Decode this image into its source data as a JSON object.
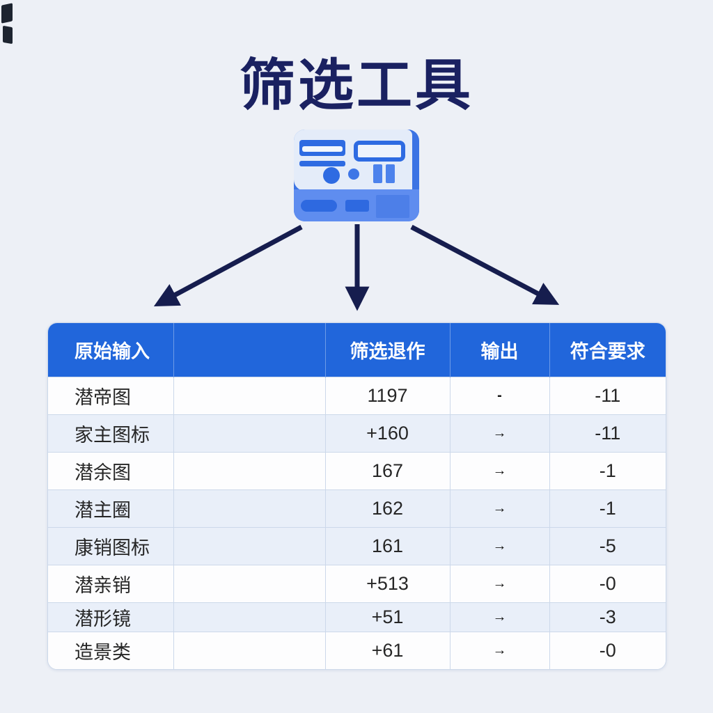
{
  "title": "筛选工具",
  "colors": {
    "header_blue": "#2166db",
    "title_navy": "#1a2161",
    "arrow_navy": "#161d4e",
    "shaded_row": "#e9eff9",
    "border": "#ccd8ea",
    "icon_body": "#e4ecf9",
    "icon_accent": "#2e6be2",
    "icon_band": "#5f8def"
  },
  "icon": {
    "name": "filter-device-icon"
  },
  "table": {
    "headers": [
      "原始输入",
      "",
      "筛选退作",
      "输出",
      "符合要求"
    ],
    "rows": [
      {
        "input": "潜帝图",
        "operation": "1197",
        "output": "-",
        "result": "-11"
      },
      {
        "input": "家主图标",
        "operation": "+160",
        "output": "→",
        "result": "-11"
      },
      {
        "input": "潜余图",
        "operation": "167",
        "output": "→",
        "result": "-1"
      },
      {
        "input": "潜主圈",
        "operation": "162",
        "output": "→",
        "result": "-1"
      },
      {
        "input": "康销图标",
        "operation": "161",
        "output": "→",
        "result": "-5"
      },
      {
        "input": "潜亲销",
        "operation": "+513",
        "output": "→",
        "result": "-0"
      },
      {
        "input": "潜形镜",
        "operation": "+51",
        "output": "→",
        "result": "-3"
      },
      {
        "input": "造景类",
        "operation": "+61",
        "output": "→",
        "result": "-0"
      }
    ]
  }
}
